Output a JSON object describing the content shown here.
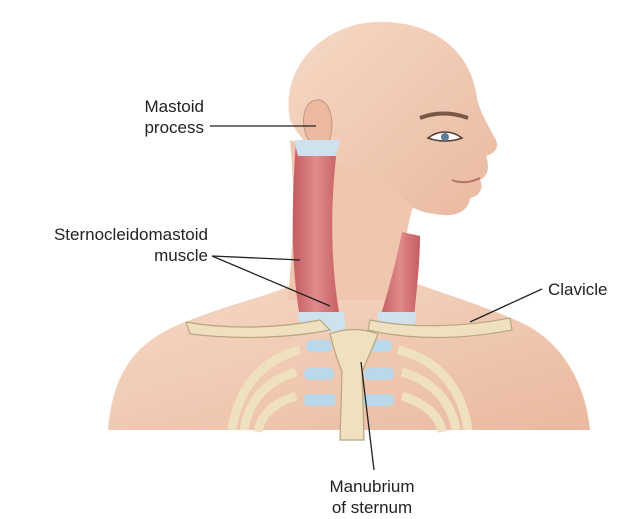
{
  "labels": {
    "mastoid": {
      "line1": "Mastoid",
      "line2": "process"
    },
    "scm": {
      "line1": "Sternocleidomastoid",
      "line2": "muscle"
    },
    "clavicle": {
      "line1": "Clavicle"
    },
    "manubrium": {
      "line1": "Manubrium",
      "line2": "of sternum"
    }
  },
  "colors": {
    "skin": "#f2cdb8",
    "skin_shadow": "#e3b29b",
    "muscle": "#d9777a",
    "muscle_dark": "#c55d62",
    "bone": "#efe0bf",
    "bone_outline": "#b9a57e",
    "cartilage": "#b9d8ea",
    "leader": "#222222"
  }
}
